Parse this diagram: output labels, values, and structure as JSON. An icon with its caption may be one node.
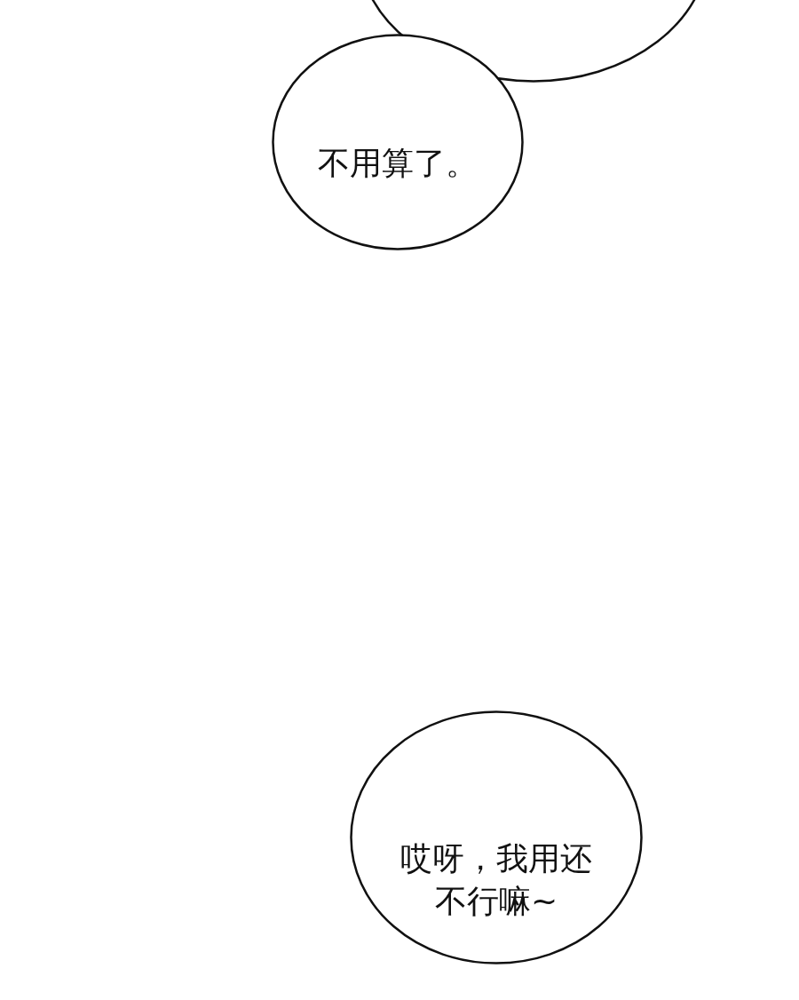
{
  "diagram": {
    "nodes": [
      {
        "text": [],
        "shape": "circle"
      },
      {
        "text": [
          "不用算了。"
        ]
      },
      {
        "text": [
          "哎呀，我用还不行嘛~"
        ]
      }
    ]
  }
}
